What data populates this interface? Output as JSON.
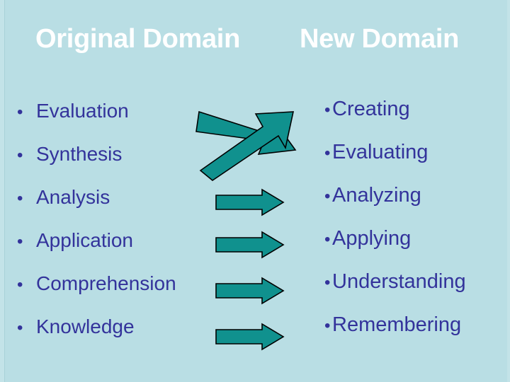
{
  "slide": {
    "background_color": "#b9dee4",
    "text_color": "#33339b",
    "title_color": "#ffffff",
    "arrow_fill_color": "#10918e",
    "arrow_outline_color": "#000000"
  },
  "headings": {
    "left": "Original Domain",
    "right": "New Domain"
  },
  "left_column": {
    "bullet_glyph": "•",
    "items": [
      {
        "label": "Evaluation"
      },
      {
        "label": "Synthesis"
      },
      {
        "label": "Analysis"
      },
      {
        "label": "Application"
      },
      {
        "label": "Comprehension"
      },
      {
        "label": "Knowledge"
      }
    ]
  },
  "right_column": {
    "bullet_glyph": "•",
    "items": [
      {
        "label": "Creating"
      },
      {
        "label": "Evaluating"
      },
      {
        "label": "Analyzing"
      },
      {
        "label": "Applying"
      },
      {
        "label": "Understanding"
      },
      {
        "label": "Remembering"
      }
    ]
  },
  "arrows": {
    "crossed_pair": [
      {
        "name": "arrow-evaluation-to-evaluating",
        "direction": "down-right"
      },
      {
        "name": "arrow-synthesis-to-creating",
        "direction": "up-right"
      }
    ],
    "straight": [
      {
        "name": "arrow-analysis-to-analyzing",
        "direction": "right"
      },
      {
        "name": "arrow-application-to-applying",
        "direction": "right"
      },
      {
        "name": "arrow-comprehension-to-understanding",
        "direction": "right"
      },
      {
        "name": "arrow-knowledge-to-remembering",
        "direction": "right"
      }
    ]
  }
}
